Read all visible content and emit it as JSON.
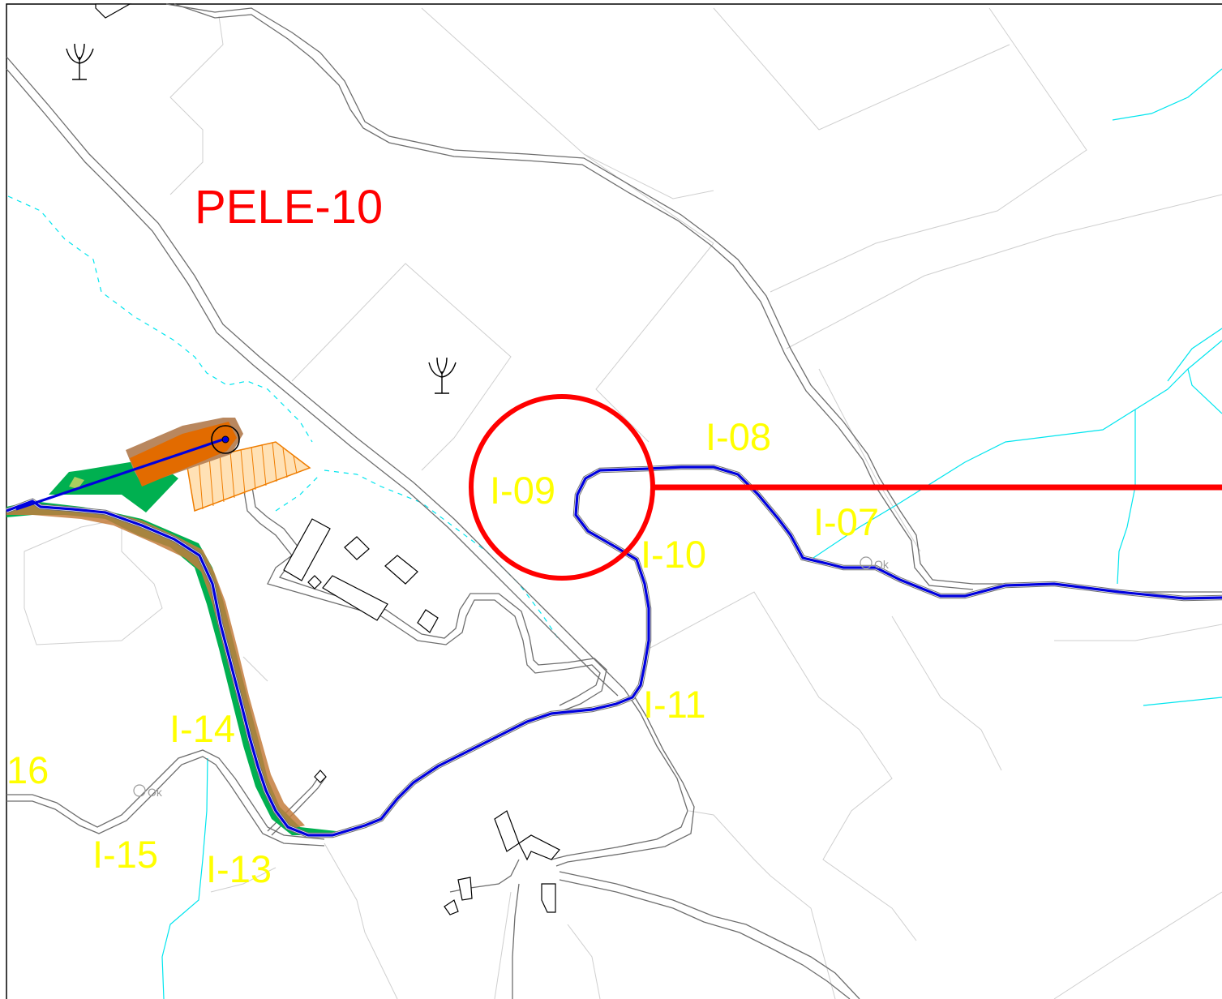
{
  "map": {
    "site_label": "PELE-10",
    "site_label_color": "#ff0000",
    "point_label_color": "#ffff00",
    "route_color": "#0000dd",
    "stream_color": "#00e5ee",
    "marker_color": "#ff0000",
    "point_labels": {
      "i07": "I-07",
      "i08": "I-08",
      "i09": "I-09",
      "i10": "I-10",
      "i11": "I-11",
      "i13": "I-13",
      "i14": "I-14",
      "i15": "I-15",
      "i16": "16"
    },
    "well_markers": [
      "Ok",
      "Ok"
    ],
    "symbols": [
      "tree-icon",
      "tree-icon",
      "well-icon",
      "target-icon"
    ]
  }
}
